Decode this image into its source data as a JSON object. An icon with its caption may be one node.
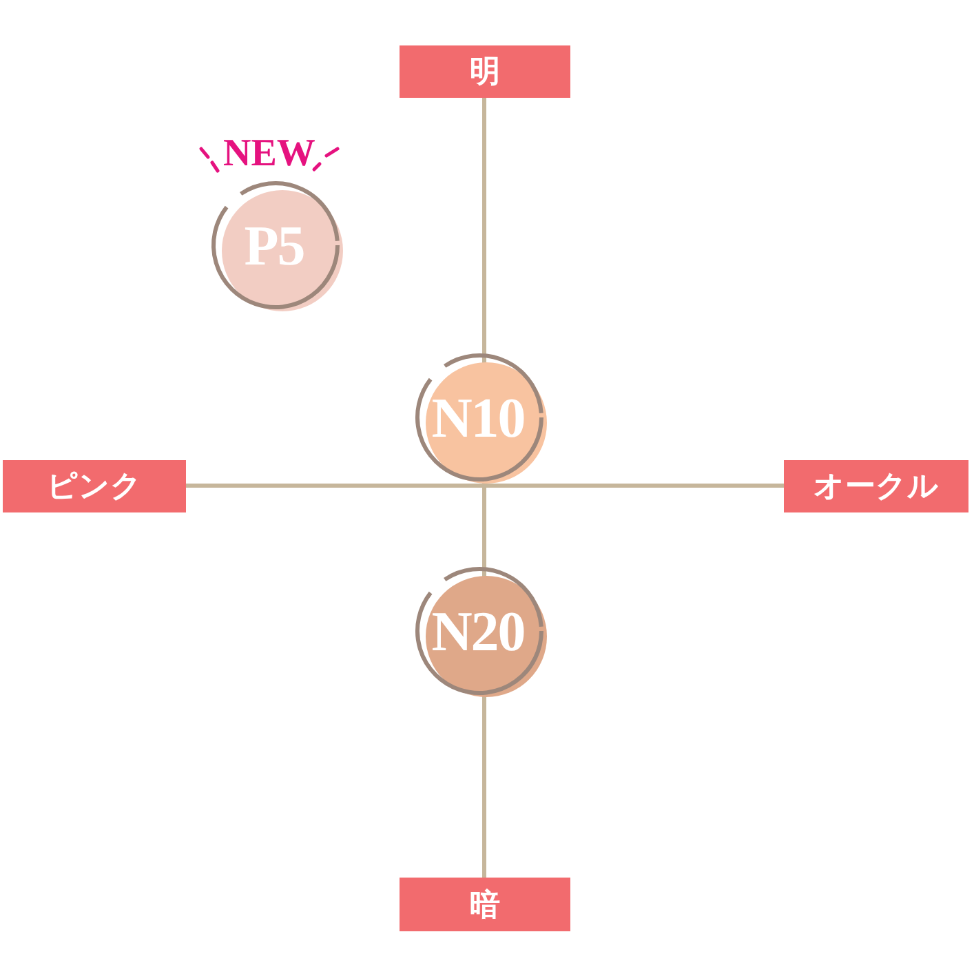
{
  "diagram": {
    "nodes": [
      {
        "text": [
          "明"
        ]
      },
      {
        "text": [
          "P5"
        ],
        "beside": [
          "NEW"
        ]
      },
      {
        "text": [
          "N10"
        ]
      },
      {
        "text": [
          "ピンク"
        ]
      },
      {
        "text": [
          "オークル"
        ]
      },
      {
        "text": [
          "N20"
        ]
      },
      {
        "text": [
          "暗"
        ]
      }
    ]
  }
}
